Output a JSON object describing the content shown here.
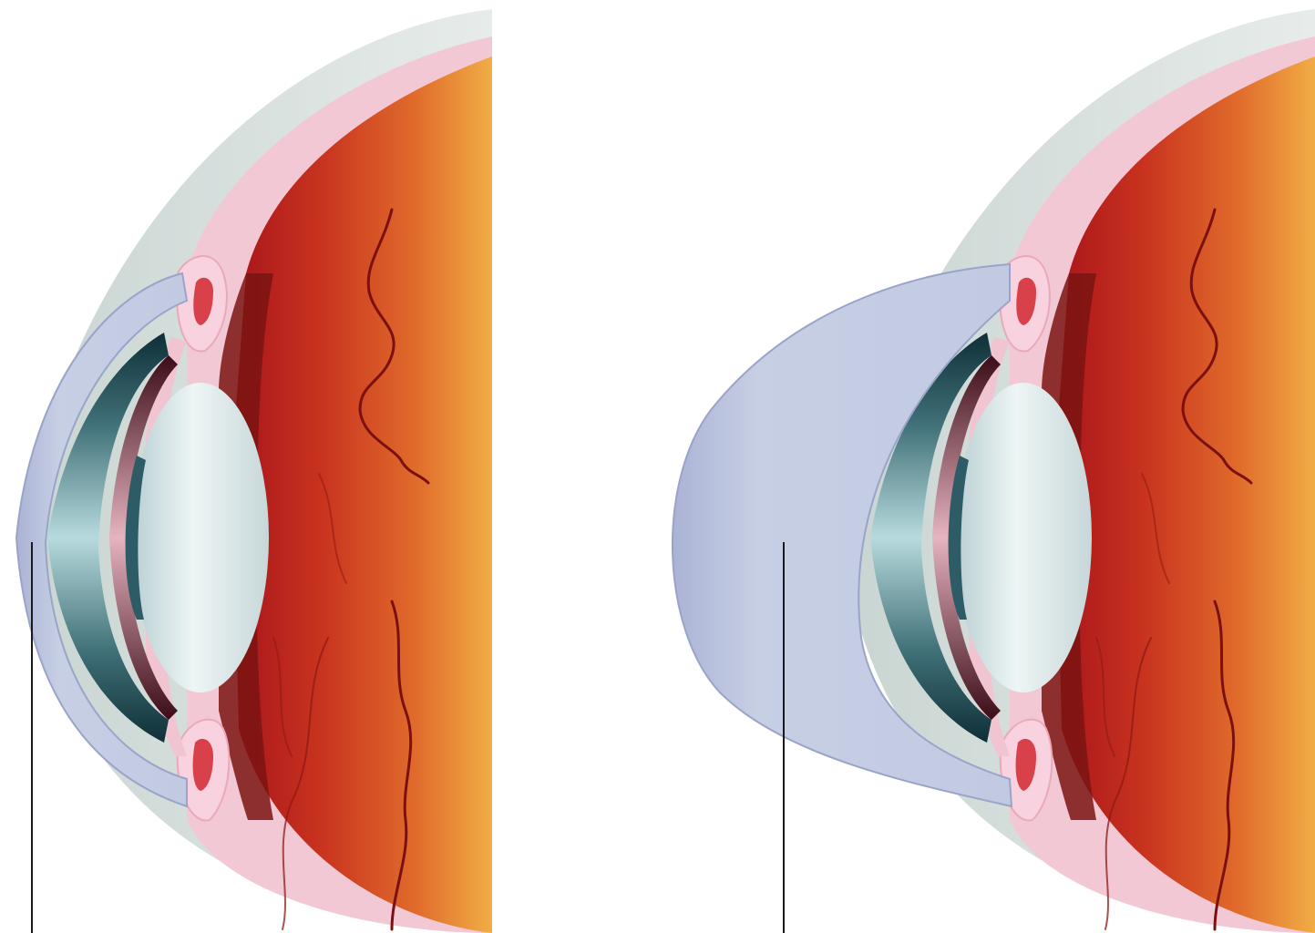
{
  "diagram": {
    "panels": [
      {
        "id": "normal",
        "cornea_shape": "normal curvature"
      },
      {
        "id": "keratoconus",
        "cornea_shape": "cone-shaped bulge"
      }
    ],
    "colors": {
      "background": "#ffffff",
      "sclera": "#dfe6e4",
      "conjunctiva": "#f3c9d6",
      "cornea": "#c3cbe2",
      "cornea_edge": "#a6b0d1",
      "iris_dark": "#1d4b55",
      "iris_light": "#b9dcdf",
      "lens": "#e4eeef",
      "retina_red": "#c62f1e",
      "retina_orange": "#ef9d3c",
      "choroid_dark": "#6c1010",
      "ciliary_pink": "#f8d2de",
      "ciliary_red": "#d9414a",
      "leader_line": "#1a1a1a"
    }
  }
}
